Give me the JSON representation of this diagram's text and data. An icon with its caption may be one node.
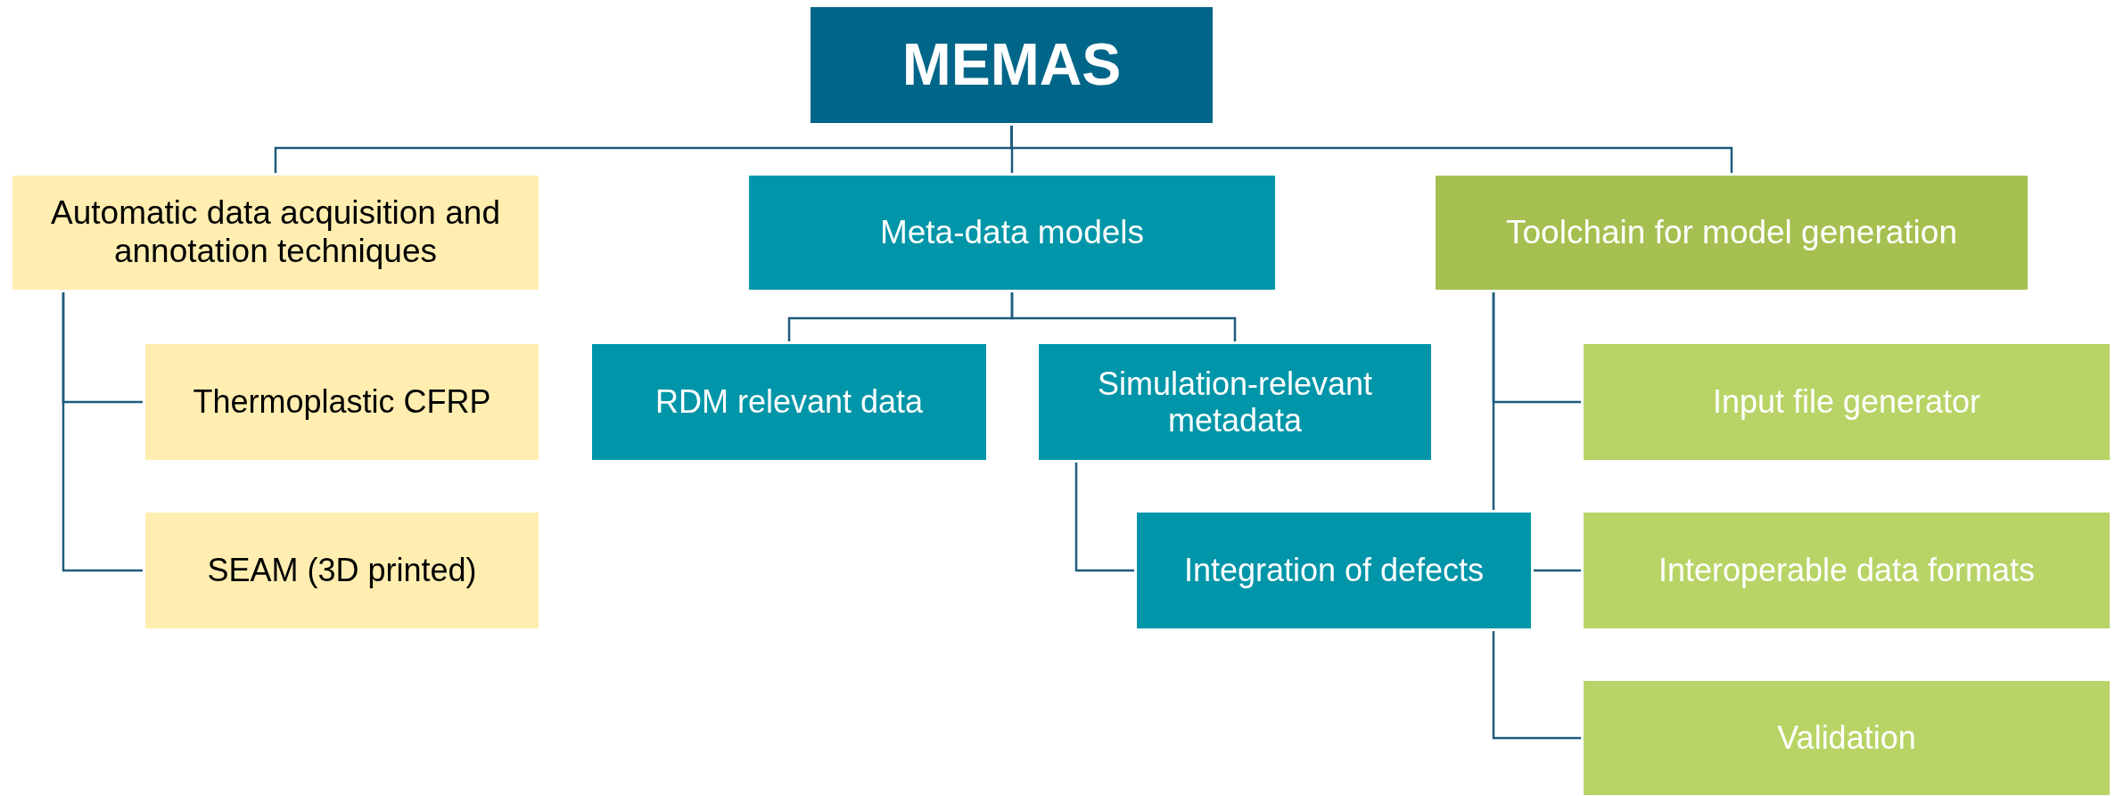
{
  "diagram": {
    "nodes": [
      {
        "text": [
          "MEMAS"
        ]
      },
      {
        "text": [
          "Automatic data acquisition and annotation techniques"
        ]
      },
      {
        "text": [
          "Meta-data models"
        ]
      },
      {
        "text": [
          "Toolchain for model generation"
        ]
      },
      {
        "text": [
          "Thermoplastic CFRP"
        ]
      },
      {
        "text": [
          "SEAM (3D printed)"
        ]
      },
      {
        "text": [
          "RDM relevant data"
        ]
      },
      {
        "text": [
          "Simulation-relevant metadata"
        ]
      },
      {
        "text": [
          "Integration of defects"
        ]
      },
      {
        "text": [
          "Input file generator"
        ]
      },
      {
        "text": [
          "Interoperable data formats"
        ]
      },
      {
        "text": [
          "Validation"
        ]
      }
    ],
    "edges": [
      {
        "from": 0,
        "to": 1,
        "arrow": "none"
      },
      {
        "from": 0,
        "to": 2,
        "arrow": "none"
      },
      {
        "from": 0,
        "to": 3,
        "arrow": "none"
      },
      {
        "from": 1,
        "to": 4,
        "arrow": "none"
      },
      {
        "from": 1,
        "to": 5,
        "arrow": "none"
      },
      {
        "from": 2,
        "to": 6,
        "arrow": "none"
      },
      {
        "from": 2,
        "to": 7,
        "arrow": "none"
      },
      {
        "from": 7,
        "to": 8,
        "arrow": "none"
      },
      {
        "from": 3,
        "to": 9,
        "arrow": "none"
      },
      {
        "from": 3,
        "to": 8,
        "arrow": "none"
      },
      {
        "from": 8,
        "to": 10,
        "arrow": "none"
      },
      {
        "from": 8,
        "to": 11,
        "arrow": "none"
      }
    ]
  }
}
